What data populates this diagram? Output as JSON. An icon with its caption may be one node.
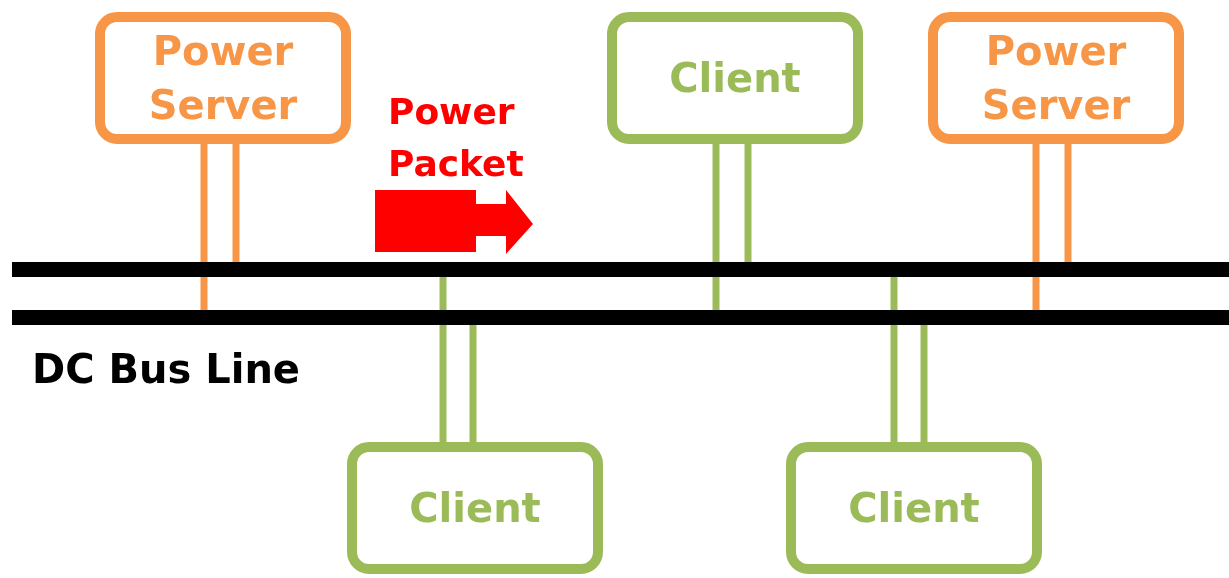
{
  "diagram": {
    "nodes": [
      {
        "text": [
          "Power Server"
        ]
      },
      {
        "text": [
          "Client"
        ]
      },
      {
        "text": [
          "Power Server"
        ]
      },
      {
        "text": [
          "Client"
        ]
      },
      {
        "text": [
          "Client"
        ]
      },
      {
        "text": [],
        "shape": "bar"
      },
      {
        "text": [],
        "shape": "bar"
      },
      {
        "text": [
          "Power Packet"
        ]
      }
    ],
    "edges": [
      {
        "from": 0,
        "to": 6,
        "arrow": "none",
        "color": "#f79646"
      },
      {
        "from": 0,
        "to": 5,
        "arrow": "none",
        "color": "#f79646"
      },
      {
        "from": 3,
        "to": 5,
        "arrow": "none"
      },
      {
        "from": 3,
        "to": 6,
        "arrow": "none"
      },
      {
        "from": 1,
        "to": 6,
        "arrow": "none"
      },
      {
        "from": 1,
        "to": 5,
        "arrow": "none"
      },
      {
        "from": 4,
        "to": 5,
        "arrow": "none"
      },
      {
        "from": 4,
        "to": 6,
        "arrow": "none"
      },
      {
        "from": 2,
        "to": 6,
        "arrow": "none",
        "color": "#f79646"
      },
      {
        "from": 2,
        "to": 5,
        "arrow": "none",
        "color": "#f79646"
      }
    ],
    "labels": [
      "DC Bus Line"
    ]
  }
}
